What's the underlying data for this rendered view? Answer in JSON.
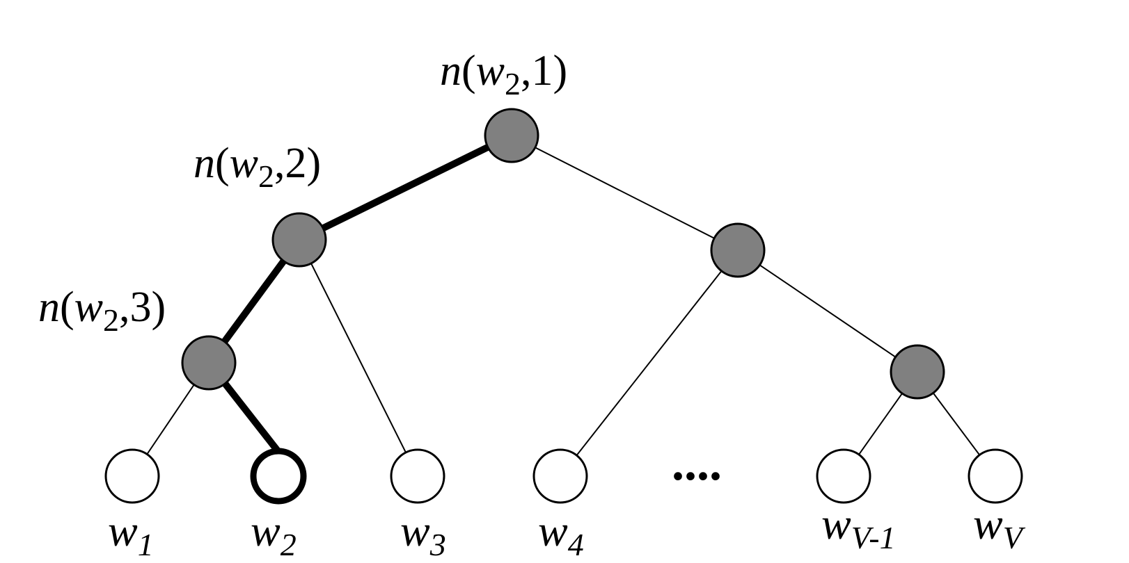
{
  "diagram": {
    "path_labels": [
      {
        "prefix": "n(",
        "var": "w",
        "sub": "2",
        "suffix": ",1)"
      },
      {
        "prefix": "n(",
        "var": "w",
        "sub": "2",
        "suffix": ",2)"
      },
      {
        "prefix": "n(",
        "var": "w",
        "sub": "2",
        "suffix": ",3)"
      }
    ],
    "leaves": [
      {
        "var": "w",
        "sub": "1"
      },
      {
        "var": "w",
        "sub": "2"
      },
      {
        "var": "w",
        "sub": "3"
      },
      {
        "var": "w",
        "sub": "4"
      },
      {
        "var": "w",
        "sub": "V-1"
      },
      {
        "var": "w",
        "sub": "V"
      }
    ],
    "ellipsis": "....",
    "colors": {
      "internal_node_fill": "#808080",
      "leaf_node_fill": "#ffffff",
      "edge": "#000000"
    }
  }
}
